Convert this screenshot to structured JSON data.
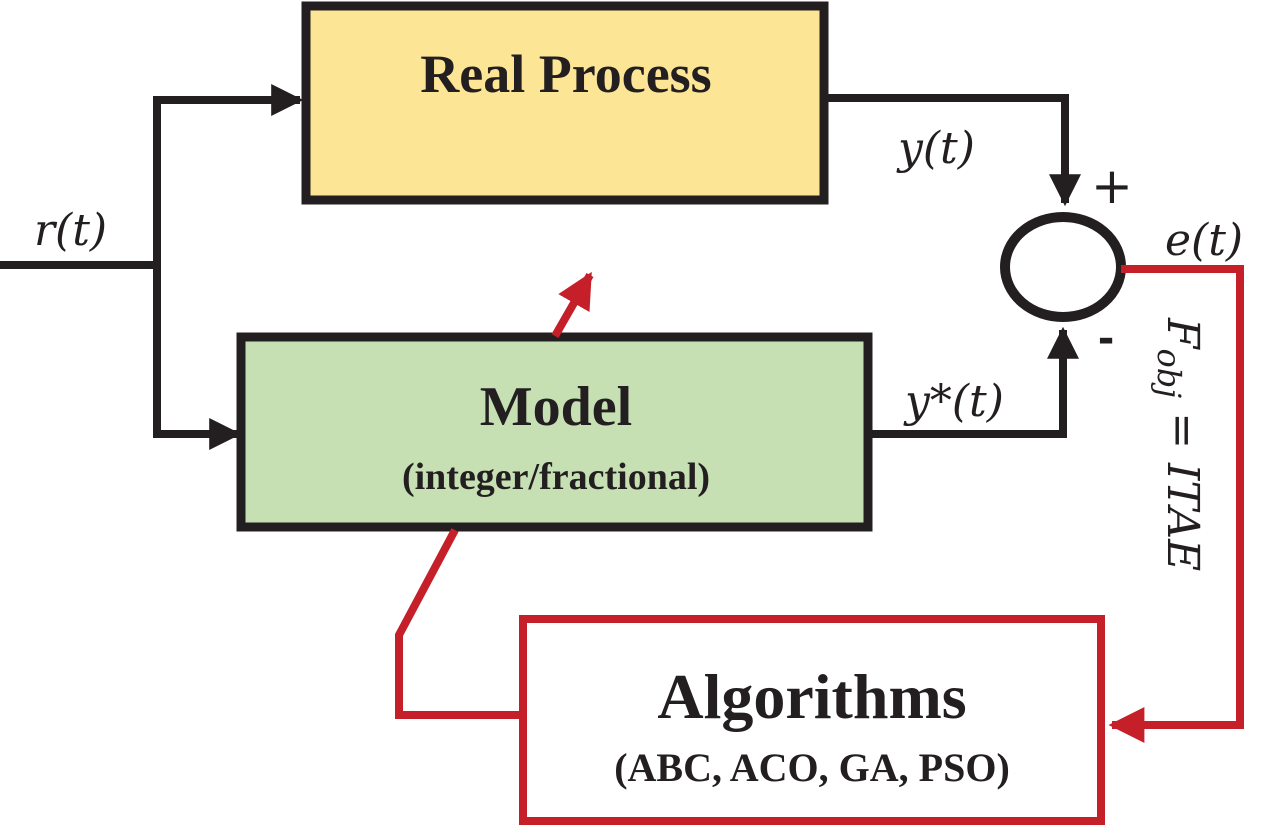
{
  "diagram": {
    "colors": {
      "black": "#231f20",
      "red": "#c51f2a",
      "real_process_fill": "#fde596",
      "model_fill": "#c6e0b4",
      "algorithms_fill": "#ffffff"
    },
    "blocks": {
      "real_process": {
        "title": "Real Process"
      },
      "model": {
        "title": "Model",
        "subtitle": "(integer/fractional)"
      },
      "algorithms": {
        "title": "Algorithms",
        "subtitle": "(ABC, ACO, GA, PSO)"
      }
    },
    "signals": {
      "reference": "r(t)",
      "process_output": "y(t)",
      "model_output": "y*(t)",
      "error": "e(t)"
    },
    "summing_junction": {
      "plus_sign": "+",
      "minus_sign": "-"
    },
    "objective_label": "F_obj = ITAE",
    "objective": {
      "F": "F",
      "sub": "obj",
      "eq": " = ITAE"
    }
  }
}
